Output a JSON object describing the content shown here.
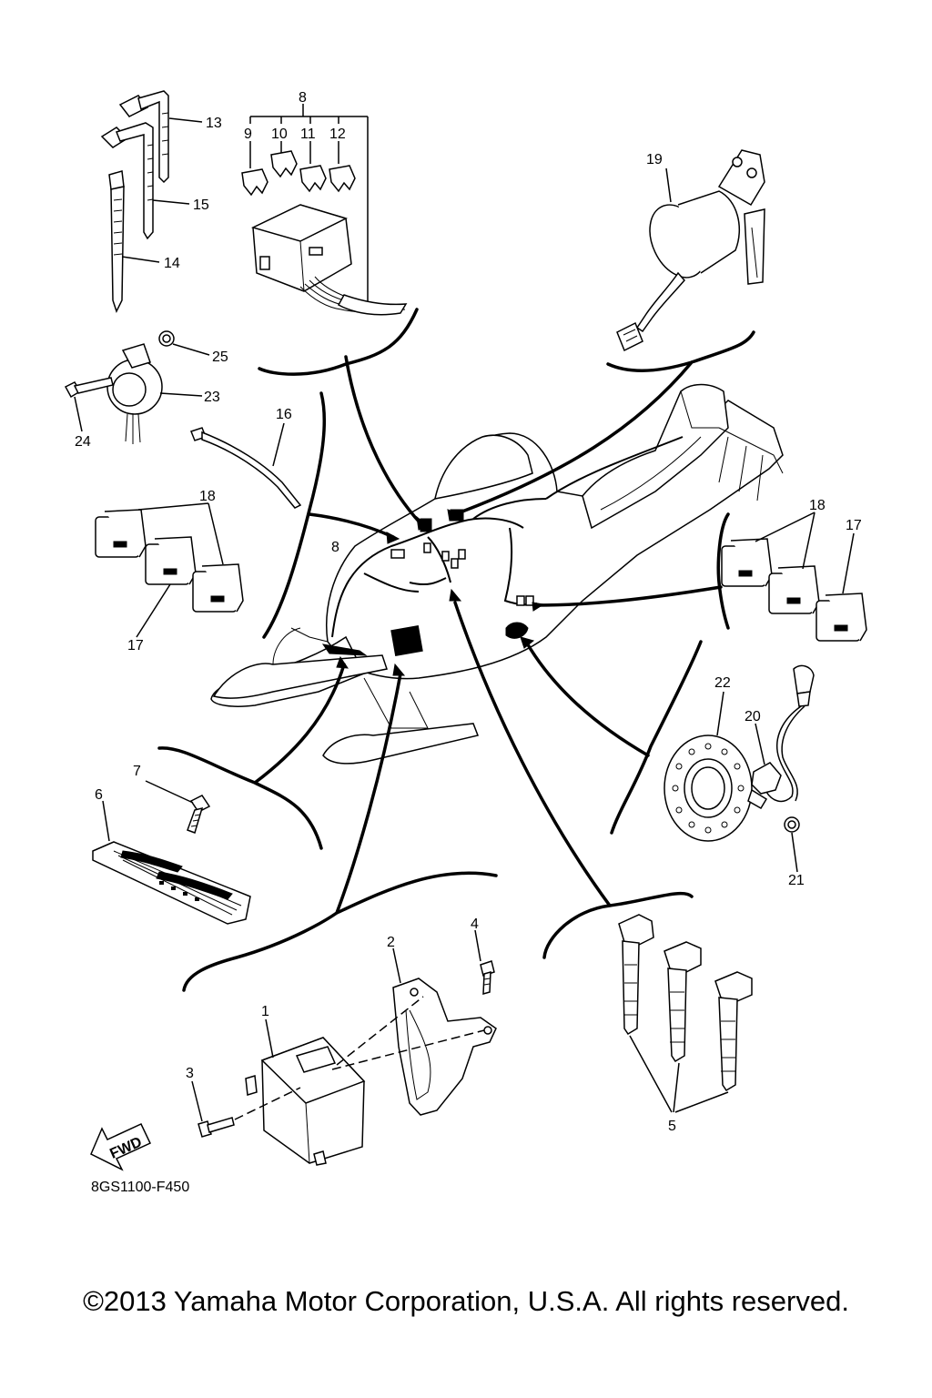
{
  "diagram": {
    "reference_code": "8GS1100-F450",
    "fwd_label": "FWD",
    "copyright": "©2013 Yamaha Motor Corporation, U.S.A. All rights reserved.",
    "callouts": [
      {
        "id": "c1",
        "text": "1"
      },
      {
        "id": "c2",
        "text": "2"
      },
      {
        "id": "c3",
        "text": "3"
      },
      {
        "id": "c4",
        "text": "4"
      },
      {
        "id": "c5",
        "text": "5"
      },
      {
        "id": "c6",
        "text": "6"
      },
      {
        "id": "c7",
        "text": "7"
      },
      {
        "id": "c8a",
        "text": "8"
      },
      {
        "id": "c8b",
        "text": "8"
      },
      {
        "id": "c9",
        "text": "9"
      },
      {
        "id": "c10",
        "text": "10"
      },
      {
        "id": "c11",
        "text": "11"
      },
      {
        "id": "c12",
        "text": "12"
      },
      {
        "id": "c13",
        "text": "13"
      },
      {
        "id": "c14",
        "text": "14"
      },
      {
        "id": "c15",
        "text": "15"
      },
      {
        "id": "c16",
        "text": "16"
      },
      {
        "id": "c17a",
        "text": "17"
      },
      {
        "id": "c17b",
        "text": "17"
      },
      {
        "id": "c18a",
        "text": "18"
      },
      {
        "id": "c18b",
        "text": "18"
      },
      {
        "id": "c19",
        "text": "19"
      },
      {
        "id": "c20",
        "text": "20"
      },
      {
        "id": "c21",
        "text": "21"
      },
      {
        "id": "c22",
        "text": "22"
      },
      {
        "id": "c23",
        "text": "23"
      },
      {
        "id": "c24",
        "text": "24"
      },
      {
        "id": "c25",
        "text": "25"
      }
    ]
  }
}
